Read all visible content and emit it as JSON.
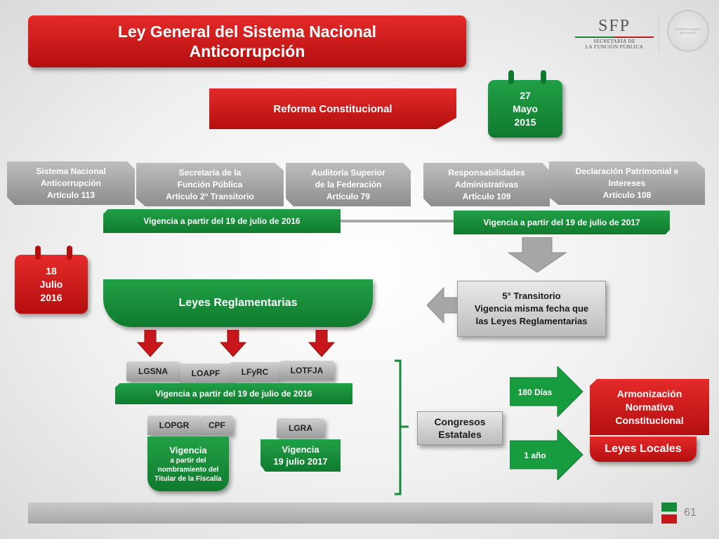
{
  "title": {
    "line1": "Ley General del Sistema Nacional",
    "line2": "Anticorrupción"
  },
  "logo": {
    "acronym": "SFP",
    "line1": "SECRETARÍA DE",
    "line2": "LA FUNCIÓN PÚBLICA"
  },
  "seal": {
    "text": "ESTADOS UNIDOS MEXICANOS"
  },
  "reforma": "Reforma Constitucional",
  "calendar_may": {
    "day": "27",
    "month": "Mayo",
    "year": "2015"
  },
  "calendar_july": {
    "day": "18",
    "month": "Julio",
    "year": "2016"
  },
  "articles": [
    {
      "l1": "Sistema Nacional",
      "l2": "Anticorrupción",
      "l3": "Artículo 113"
    },
    {
      "l1": "Secretaría de la",
      "l2": "Función Pública",
      "l3": "Artículo 2° Transitorio"
    },
    {
      "l1": "Auditoría Superior",
      "l2": "de la Federación",
      "l3": "Artículo 79"
    },
    {
      "l1": "Responsabilidades",
      "l2": "Administrativas",
      "l3": "Artículo 109"
    },
    {
      "l1": "Declaración Patrimonial e",
      "l2": "Intereses",
      "l3": "Artículo 108"
    }
  ],
  "vigencia_2016": "Vigencia a partir del 19 de julio de 2016",
  "vigencia_2017": "Vigencia a partir del 19 de julio de 2017",
  "transitorio": {
    "l1": "5° Transitorio",
    "l2": "Vigencia misma fecha que",
    "l3": "las Leyes Reglamentarias"
  },
  "leyes_reglamentarias": "Leyes Reglamentarias",
  "laws": {
    "lgsna": "LGSNA",
    "loapf": "LOAPF",
    "lfyrc": "LFyRC",
    "lotfja": "LOTFJA",
    "lopgr": "LOPGR",
    "cpf": "CPF",
    "lgra": "LGRA"
  },
  "vigencia_laws": "Vigencia a partir del 19 de julio de 2016",
  "vigencia_fiscalia": {
    "l1": "Vigencia",
    "l2": "a partir del",
    "l3": "nombramiento del",
    "l4": "Titular de la Fiscalía"
  },
  "vigencia_lgra": {
    "l1": "Vigencia",
    "l2": "19 julio 2017"
  },
  "congresos": {
    "l1": "Congresos",
    "l2": "Estatales"
  },
  "arrow_180": "180 Días",
  "arrow_1": "1 año",
  "armonizacion": {
    "l1": "Armonización",
    "l2": "Normativa",
    "l3": "Constitucional"
  },
  "leyes_locales": "Leyes Locales",
  "page_number": "61",
  "colors": {
    "red": "#c8161d",
    "green": "#168a3a",
    "grey": "#a0a0a0"
  }
}
